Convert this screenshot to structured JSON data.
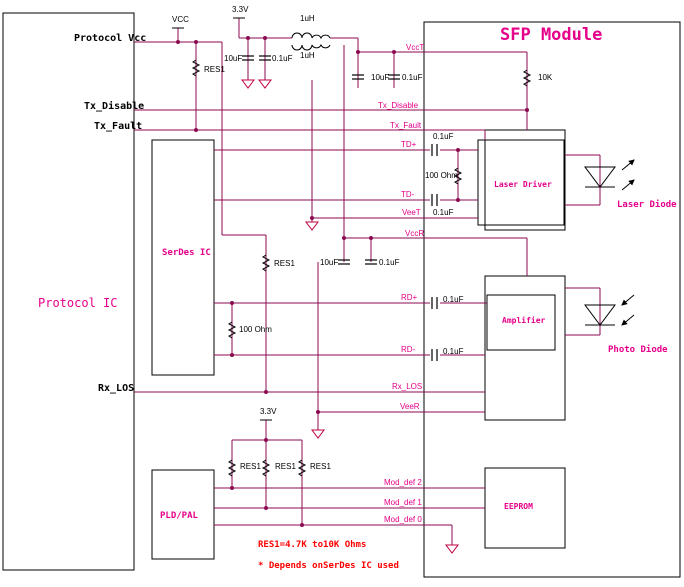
{
  "colors": {
    "wire": "#8b0a50",
    "block_outline": "#000000",
    "magenta_text": "#e6008a",
    "black_text": "#000000",
    "red_text": "#ff0000",
    "ground": "#c00040"
  },
  "blocks": {
    "protocol_ic": "Protocol IC",
    "sfp_module": "SFP Module",
    "serdes_ic": "SerDes IC",
    "pld_pal": "PLD/PAL",
    "laser_driver": "Laser Driver",
    "amplifier": "Amplifier",
    "eeprom": "EEPROM",
    "laser_diode": "Laser Diode",
    "photo_diode": "Photo Diode"
  },
  "left_pins": {
    "protocol_vcc": "Protocol Vcc",
    "tx_disable": "Tx_Disable",
    "tx_fault": "Tx_Fault",
    "rx_los": "Rx_LOS"
  },
  "supplies": {
    "vcc": "VCC",
    "v33_top": "3.3V",
    "v33_bottom": "3.3V"
  },
  "signals": {
    "vcct": "VccT",
    "tx_disable": "Tx_Disable",
    "tx_fault": "Tx_Fault",
    "td_plus": "TD+",
    "td_minus": "TD-",
    "veet": "VeeT",
    "vccr": "VccR",
    "rd_plus": "RD+",
    "rd_minus": "RD-",
    "rx_los": "Rx_LOS",
    "veer": "VeeR",
    "mod_def2": "Mod_def 2",
    "mod_def1": "Mod_def 1",
    "mod_def0": "Mod_def 0"
  },
  "components": {
    "ind_top": "1uH",
    "ind_bottom": "1uH",
    "cap_10uf_a": "10uF",
    "cap_01uf_a": "0.1uF",
    "cap_10uf_b": "10uF",
    "cap_01uf_b": "0.1uF",
    "cap_10uf_c": "10uF",
    "cap_01uf_c": "0.1uF",
    "cap_td_top": "0.1uF",
    "cap_td_bottom": "0.1uF",
    "cap_rd_top": "0.1uF",
    "cap_rd_bottom": "0.1uF",
    "res_tx": "100 Ohm",
    "res_rx": "100 Ohm",
    "res_10k": "10K",
    "res1_top": "RES1",
    "res1_mid": "RES1",
    "res1_a": "RES1",
    "res1_b": "RES1",
    "res1_c": "RES1"
  },
  "notes": {
    "res_value": "RES1=4.7K to10K Ohms",
    "depends": "* Depends onSerDes IC used"
  }
}
